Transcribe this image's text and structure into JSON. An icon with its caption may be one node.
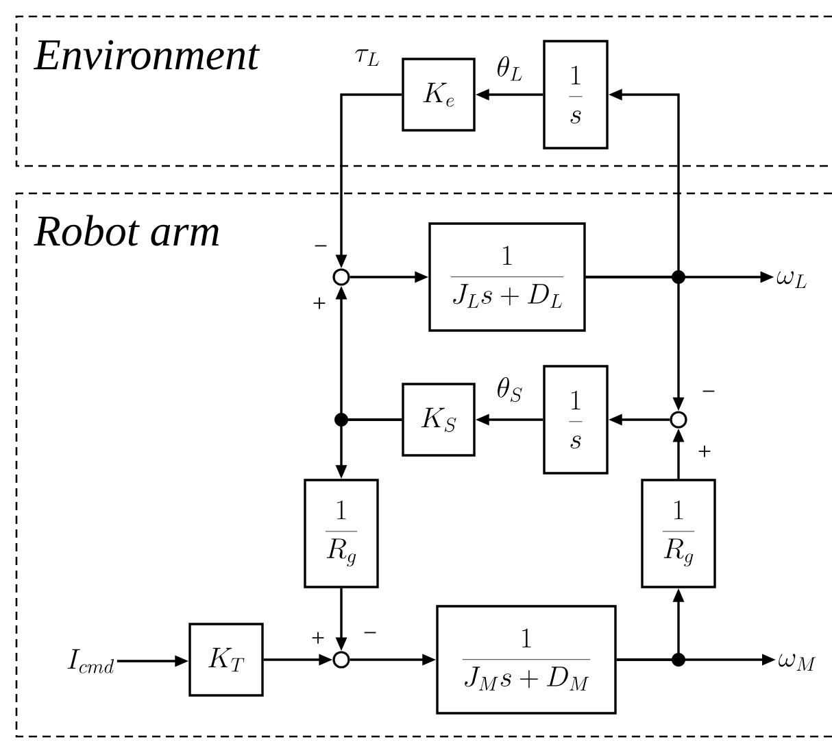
{
  "diagram": {
    "nodes": [
      {
        "text": [
          "Environment"
        ]
      },
      {
        "text": [
          "Robot arm"
        ]
      },
      {
        "text": [
          "K_e"
        ],
        "in": 0
      },
      {
        "text": [
          "\\frac{1}{s}"
        ],
        "in": 0
      },
      {
        "text": [],
        "shape": "circle",
        "in": 1
      },
      {
        "text": [
          "\\frac{1}{J_L s+D_L}"
        ],
        "in": 1
      },
      {
        "text": [
          "\\omega_L"
        ],
        "in": 1
      },
      {
        "text": [
          "K_S"
        ],
        "in": 1
      },
      {
        "text": [
          "\\frac{1}{s}"
        ],
        "in": 1
      },
      {
        "text": [],
        "shape": "circle",
        "in": 1
      },
      {
        "text": [
          "\\frac{1}{R_g}"
        ],
        "in": 1
      },
      {
        "text": [
          "\\frac{1}{R_g}"
        ],
        "in": 1
      },
      {
        "text": [
          "I_{cmd}"
        ],
        "in": 1
      },
      {
        "text": [
          "K_T"
        ],
        "in": 1
      },
      {
        "text": [],
        "shape": "circle",
        "in": 1
      },
      {
        "text": [
          "\\frac{1}{J_M s+D_M}"
        ],
        "in": 1
      },
      {
        "text": [
          "\\omega_M"
        ],
        "in": 1
      }
    ],
    "edges": [
      {
        "from": 3,
        "to": 2,
        "arrow": "to",
        "label": "\\theta_L"
      },
      {
        "from": 2,
        "to": 4,
        "arrow": "to",
        "label": "\\tau_L"
      },
      {
        "from": 4,
        "to": 5,
        "arrow": "to"
      },
      {
        "from": 5,
        "to": 6,
        "arrow": "to"
      },
      {
        "from": 5,
        "to": 3,
        "arrow": "to"
      },
      {
        "from": 5,
        "to": 9,
        "arrow": "to"
      },
      {
        "from": 9,
        "to": 8,
        "arrow": "to"
      },
      {
        "from": 8,
        "to": 7,
        "arrow": "to",
        "label": "\\theta_S"
      },
      {
        "from": 7,
        "to": 4,
        "arrow": "to"
      },
      {
        "from": 7,
        "to": 10,
        "arrow": "to"
      },
      {
        "from": 10,
        "to": 14,
        "arrow": "to"
      },
      {
        "from": 12,
        "to": 13,
        "arrow": "to"
      },
      {
        "from": 13,
        "to": 14,
        "arrow": "to"
      },
      {
        "from": 14,
        "to": 15,
        "arrow": "to"
      },
      {
        "from": 15,
        "to": 16,
        "arrow": "to"
      },
      {
        "from": 15,
        "to": 11,
        "arrow": "to"
      },
      {
        "from": 11,
        "to": 9,
        "arrow": "to"
      }
    ],
    "labels": [
      "−",
      "+",
      "−",
      "+",
      "+",
      "−"
    ]
  }
}
